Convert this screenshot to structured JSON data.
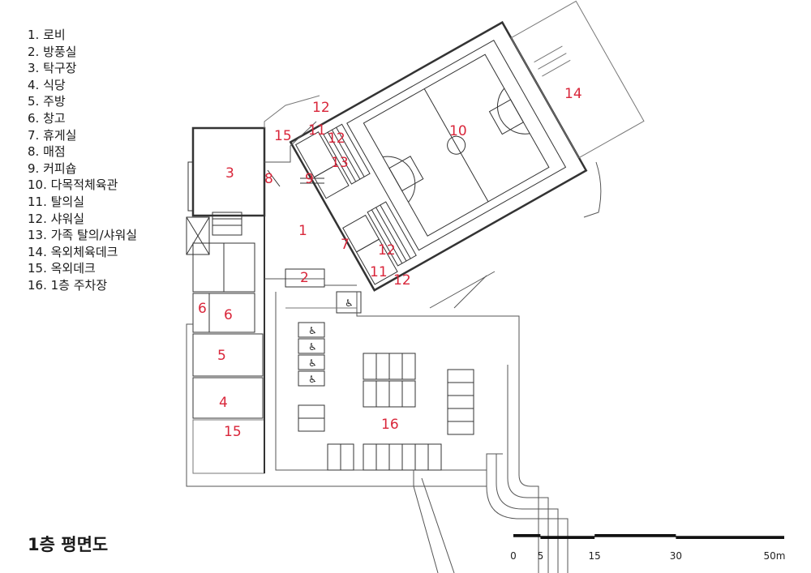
{
  "legend": [
    "1. 로비",
    "2. 방풍실",
    "3. 탁구장",
    "4. 식당",
    "5. 주방",
    "6. 창고",
    "7. 휴게실",
    "8. 매점",
    "9. 커피숍",
    "10. 다목적체육관",
    "11. 탈의실",
    "12. 샤워실",
    "13. 가족 탈의/샤워실",
    "14. 옥외체육데크",
    "15. 옥외데크",
    "16. 1층 주차장"
  ],
  "plan_title": "1층 평면도",
  "room_labels": [
    "1",
    "2",
    "3",
    "4",
    "5",
    "6",
    "6",
    "7",
    "8",
    "9",
    "10",
    "11",
    "11",
    "12",
    "12",
    "12",
    "12",
    "13",
    "14",
    "15",
    "15",
    "16"
  ],
  "scale_bar": {
    "ticks": [
      "0",
      "5",
      "15",
      "30",
      "50m"
    ],
    "values": [
      0,
      5,
      15,
      30,
      50
    ]
  },
  "colors": {
    "label": "#d9263a",
    "line": "#333333"
  },
  "icons": [
    "wheelchair-icon"
  ]
}
